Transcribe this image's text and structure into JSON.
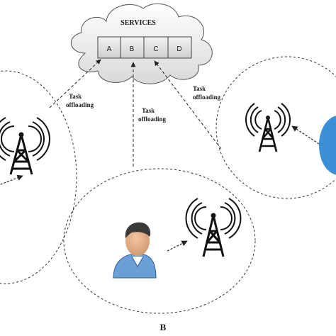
{
  "cloud": {
    "title": "SERVICES",
    "services": [
      "A",
      "B",
      "C",
      "D"
    ]
  },
  "arrows": {
    "left": {
      "line1": "Task",
      "line2": "offloading"
    },
    "middle": {
      "line1": "Task",
      "line2": "offloading"
    },
    "right": {
      "line1": "Task",
      "line2": "offloading"
    }
  },
  "cells": {
    "bottom_label": "B"
  },
  "colors": {
    "tower": "#111111",
    "dashed": "#333333",
    "user_shirt": "#5b8fc9",
    "right_device": "#3b8fd6"
  }
}
